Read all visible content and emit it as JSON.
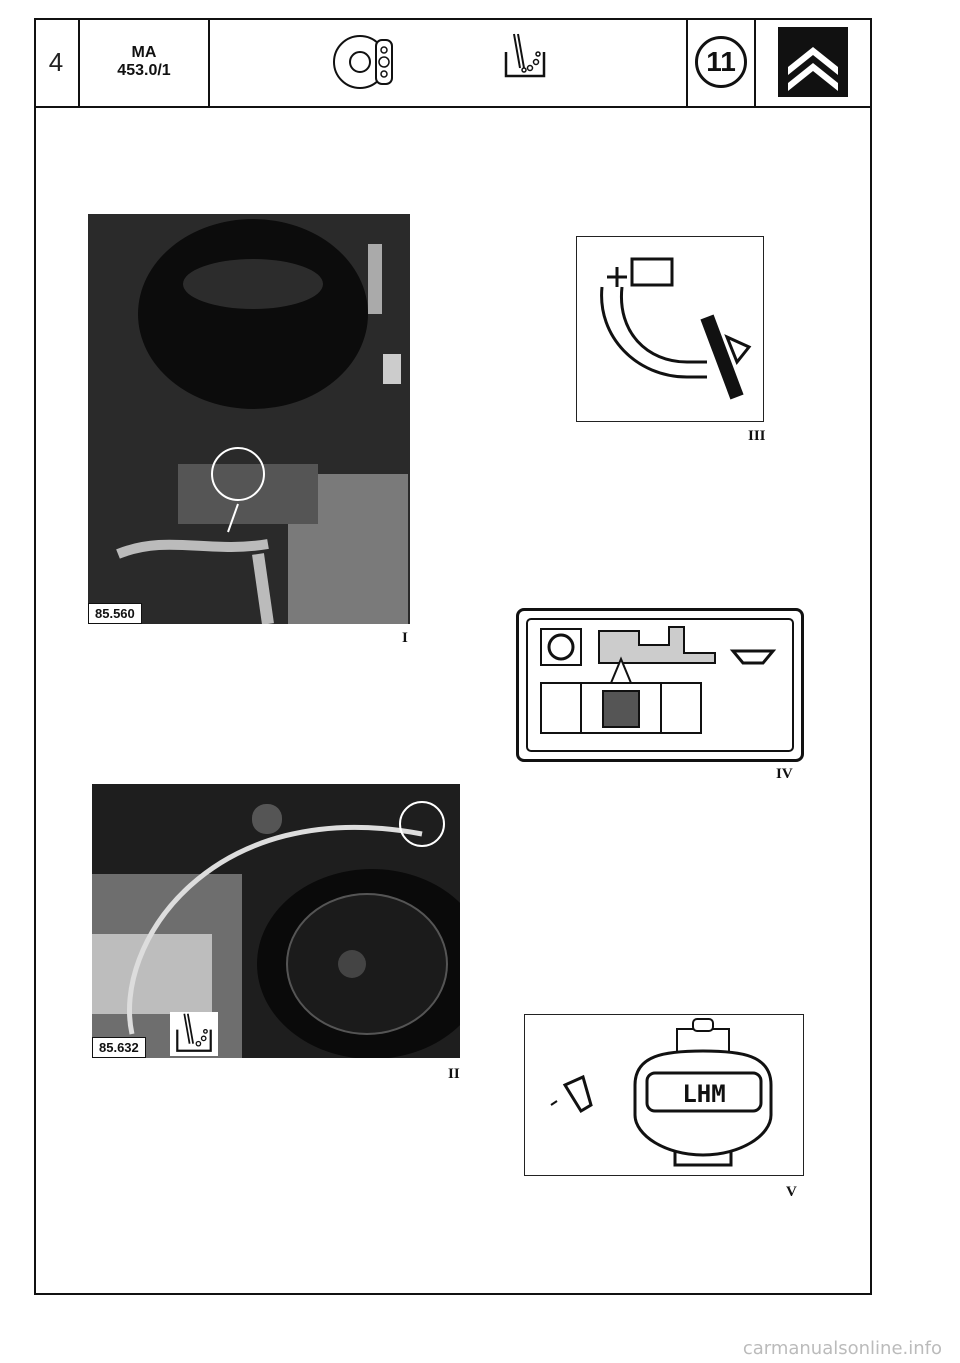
{
  "header": {
    "page_number": "4",
    "doc_code_line1": "MA",
    "doc_code_line2": "453.0/1",
    "section_number": "11",
    "icons": [
      "brake-disc-icon",
      "bleed-jar-icon",
      "citroen-logo"
    ]
  },
  "figures": [
    {
      "label": "I",
      "photo_ref": "85.560"
    },
    {
      "label": "II",
      "photo_ref": "85.632"
    },
    {
      "label": "III"
    },
    {
      "label": "IV"
    },
    {
      "label": "V",
      "reservoir_text": "LHM"
    }
  ],
  "footer": {
    "watermark": "carmanualsonline.info"
  }
}
